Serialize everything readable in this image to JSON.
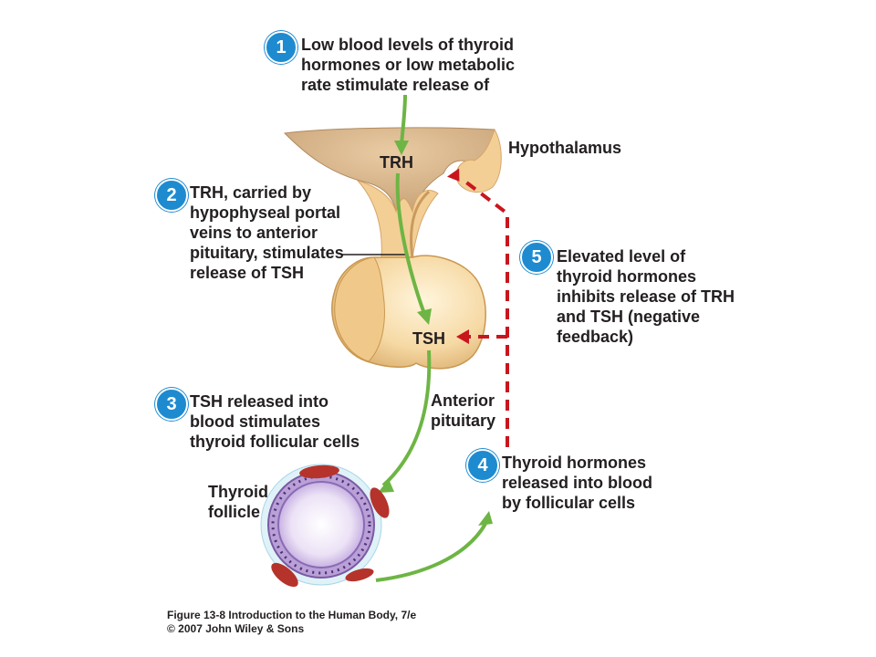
{
  "steps": [
    {
      "num": "1",
      "text": "Low blood levels of thyroid hormones or low metabolic rate stimulate release of"
    },
    {
      "num": "2",
      "text": "TRH, carried by hypophyseal portal veins to anterior pituitary, stimulates release of TSH"
    },
    {
      "num": "3",
      "text": "TSH released into blood stimulates thyroid follicular cells"
    },
    {
      "num": "4",
      "text": "Thyroid hormones released into blood by follicular cells"
    },
    {
      "num": "5",
      "text": "Elevated level of thyroid hormones inhibits release of TRH and TSH (negative feedback)"
    }
  ],
  "labels": {
    "hypothalamus": "Hypothalamus",
    "trh": "TRH",
    "tsh": "TSH",
    "anterior_pituitary": "Anterior pituitary",
    "thyroid_follicle": "Thyroid follicle"
  },
  "caption": {
    "line1": "Figure 13-8 Introduction to the Human Body, 7/e",
    "line2": "© 2007 John Wiley & Sons"
  },
  "colors": {
    "badge": "#1e8bd0",
    "green_arrow": "#6db544",
    "feedback_arrow": "#c8161d",
    "tissue": "#f3cf96",
    "tissue_dark": "#d6a66a",
    "follicle_outer": "#b9a0d6",
    "follicle_inner": "#efe6f6",
    "blood_cell": "#b5332b"
  }
}
